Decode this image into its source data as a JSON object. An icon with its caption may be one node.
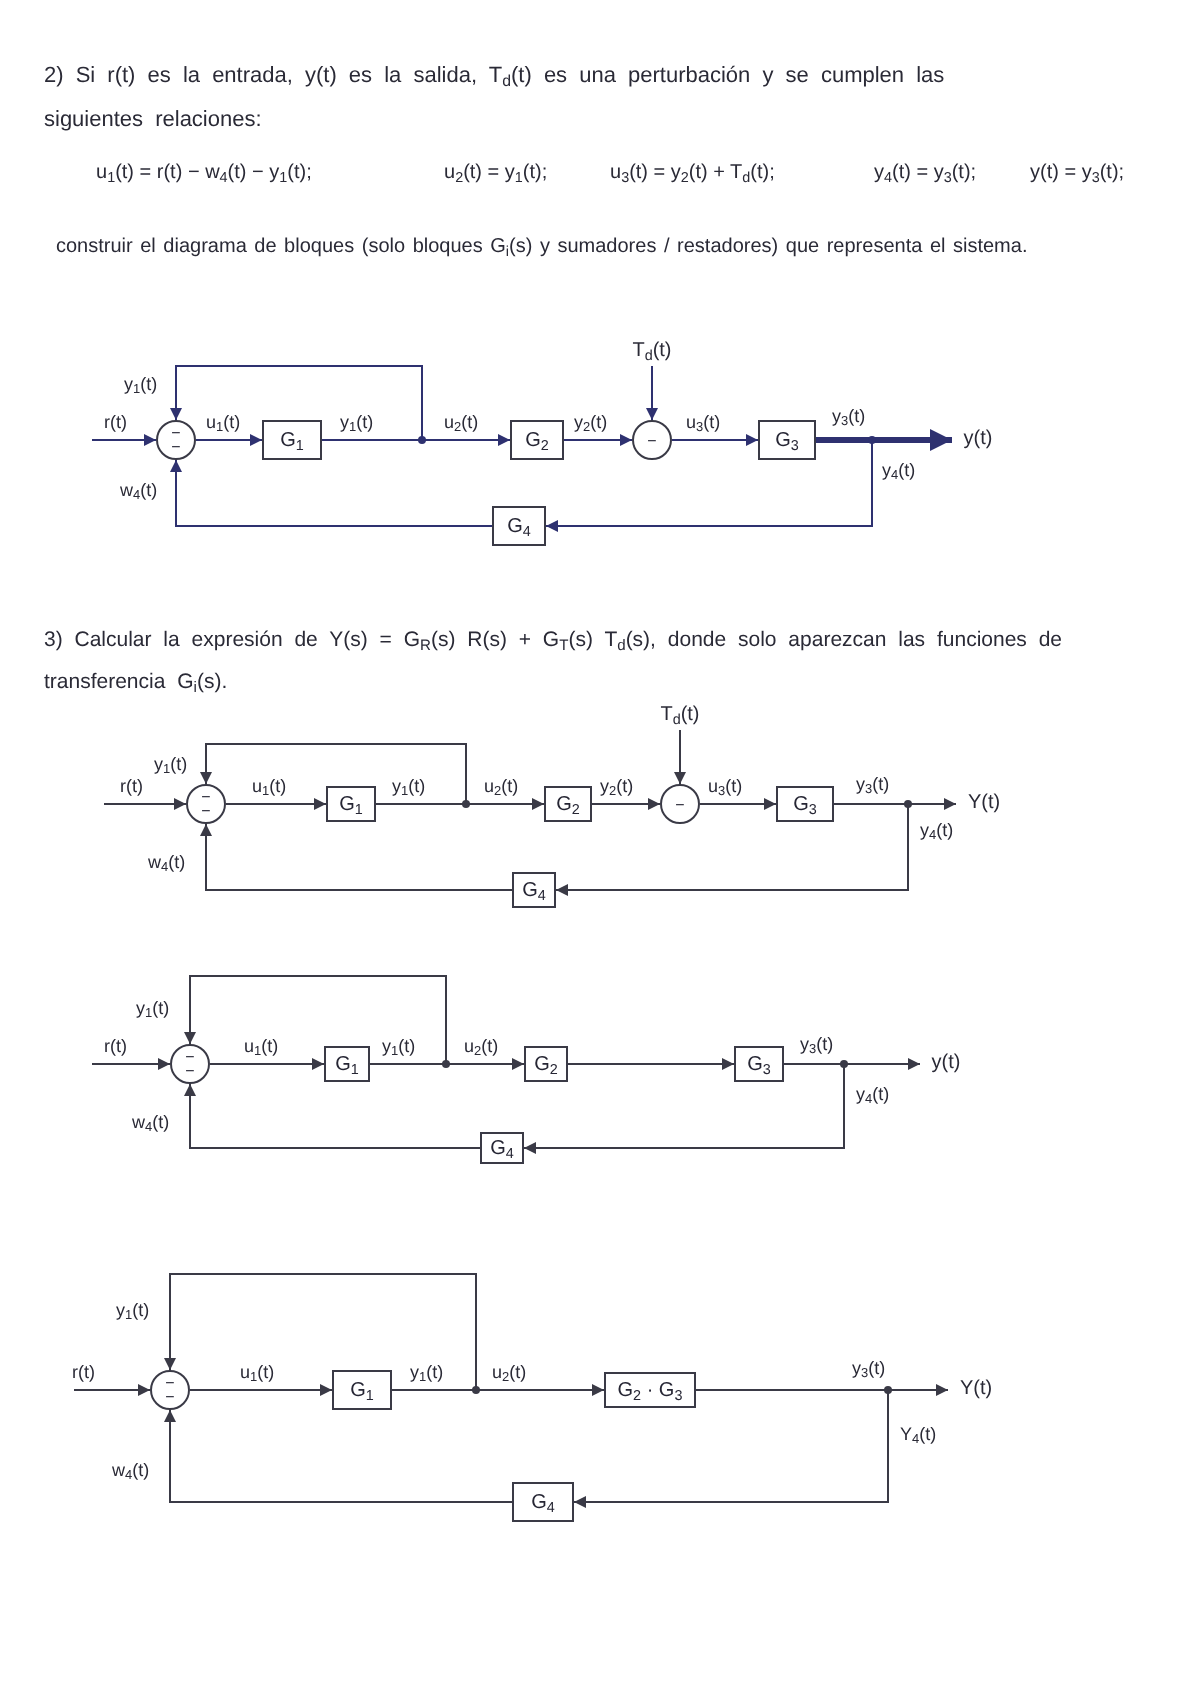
{
  "diagram": {
    "nodes": [
      {
        "text": [
          "−",
          "−"
        ]
      },
      {
        "text": [
          "G$_{1}$"
        ]
      },
      {
        "text": [
          "G$_{2}$"
        ]
      },
      {
        "text": [
          "T$_{d}$(t)"
        ]
      },
      {
        "text": [
          "−"
        ]
      },
      {
        "text": [
          "G$_{3}$"
        ]
      },
      {
        "text": [
          "y(t)"
        ]
      },
      {
        "text": [
          "G$_{4}$"
        ]
      },
      {
        "text": [
          "T$_{d}$(t)"
        ]
      },
      {
        "text": [
          "−",
          "−"
        ]
      },
      {
        "text": [
          "G$_{1}$"
        ]
      },
      {
        "text": [
          "G$_{2}$"
        ]
      },
      {
        "text": [
          "−"
        ]
      },
      {
        "text": [
          "G$_{3}$"
        ]
      },
      {
        "text": [
          "Y(t)"
        ]
      },
      {
        "text": [
          "G$_{4}$"
        ]
      },
      {
        "text": [
          "−",
          "−"
        ]
      },
      {
        "text": [
          "G$_{1}$"
        ]
      },
      {
        "text": [
          "G$_{2}$"
        ]
      },
      {
        "text": [
          "G$_{3}$"
        ]
      },
      {
        "text": [
          "y(t)"
        ]
      },
      {
        "text": [
          "G$_{4}$"
        ]
      },
      {
        "text": [
          "−",
          "−"
        ]
      },
      {
        "text": [
          "G$_{1}$"
        ]
      },
      {
        "text": [
          "G$_{2}$ · G$_{3}$"
        ]
      },
      {
        "text": [
          "Y(t)"
        ]
      },
      {
        "text": [
          "G$_{4}$"
        ]
      }
    ],
    "edges": [
      {
        "from": null,
        "to": 0,
        "arrow": "to",
        "label": "r(t)",
        "color": "#2e3170"
      },
      {
        "from": 0,
        "to": 1,
        "arrow": "to",
        "label": "u$_{1}$(t)",
        "color": "#2e3170"
      },
      {
        "from": 1,
        "to": 2,
        "arrow": "to",
        "label": "u$_{2}$(t)",
        "color": "#2e3170"
      },
      {
        "from": 1,
        "to": 0,
        "arrow": "to",
        "label": "y$_{1}$(t)",
        "color": "#2e3170"
      },
      {
        "from": 2,
        "to": 4,
        "arrow": "to",
        "label": "y$_{2}$(t)",
        "color": "#2e3170"
      },
      {
        "from": 3,
        "to": 4,
        "arrow": "to",
        "color": "#2e3170"
      },
      {
        "from": 4,
        "to": 5,
        "arrow": "to",
        "label": "u$_{3}$(t)",
        "color": "#2e3170"
      },
      {
        "from": 5,
        "to": 6,
        "arrow": "to",
        "label": "y$_{3}$(t)",
        "style": "thick",
        "color": "#2e3170"
      },
      {
        "from": 5,
        "to": 7,
        "arrow": "to",
        "label": "y$_{4}$(t)",
        "color": "#2e3170"
      },
      {
        "from": 7,
        "to": 0,
        "arrow": "to",
        "label": "w$_{4}$(t)",
        "color": "#2e3170"
      },
      {
        "from": null,
        "to": 9,
        "arrow": "to",
        "label": "r(t)"
      },
      {
        "from": 9,
        "to": 10,
        "arrow": "to",
        "label": "u$_{1}$(t)"
      },
      {
        "from": 10,
        "to": 11,
        "arrow": "to",
        "label": "u$_{2}$(t)"
      },
      {
        "from": 10,
        "to": 9,
        "arrow": "to",
        "label": "y$_{1}$(t)"
      },
      {
        "from": 11,
        "to": 12,
        "arrow": "to",
        "label": "y$_{2}$(t)"
      },
      {
        "from": 8,
        "to": 12,
        "arrow": "to"
      },
      {
        "from": 12,
        "to": 13,
        "arrow": "to",
        "label": "u$_{3}$(t)"
      },
      {
        "from": 13,
        "to": 14,
        "arrow": "to",
        "label": "y$_{3}$(t)"
      },
      {
        "from": 13,
        "to": 15,
        "arrow": "to",
        "label": "y$_{4}$(t)"
      },
      {
        "from": 15,
        "to": 9,
        "arrow": "to",
        "label": "w$_{4}$(t)"
      },
      {
        "from": null,
        "to": 16,
        "arrow": "to",
        "label": "r(t)"
      },
      {
        "from": 16,
        "to": 17,
        "arrow": "to",
        "label": "u$_{1}$(t)"
      },
      {
        "from": 17,
        "to": 18,
        "arrow": "to",
        "label": "u$_{2}$(t)"
      },
      {
        "from": 17,
        "to": 16,
        "arrow": "to",
        "label": "y$_{1}$(t)"
      },
      {
        "from": 18,
        "to": 19,
        "arrow": "to"
      },
      {
        "from": 19,
        "to": 20,
        "arrow": "to",
        "label": "y$_{3}$(t)"
      },
      {
        "from": 19,
        "to": 21,
        "arrow": "to",
        "label": "y$_{4}$(t)"
      },
      {
        "from": 21,
        "to": 16,
        "arrow": "to",
        "label": "w$_{4}$(t)"
      },
      {
        "from": null,
        "to": 22,
        "arrow": "to",
        "label": "r(t)"
      },
      {
        "from": 22,
        "to": 23,
        "arrow": "to",
        "label": "u$_{1}$(t)"
      },
      {
        "from": 23,
        "to": 24,
        "arrow": "to",
        "label": "u$_{2}$(t)"
      },
      {
        "from": 23,
        "to": 22,
        "arrow": "to",
        "label": "y$_{1}$(t)"
      },
      {
        "from": 24,
        "to": 25,
        "arrow": "to",
        "label": "y$_{3}$(t)"
      },
      {
        "from": 24,
        "to": 26,
        "arrow": "to",
        "label": "Y$_{4}$(t)"
      },
      {
        "from": 26,
        "to": 22,
        "arrow": "to",
        "label": "w$_{4}$(t)"
      }
    ],
    "labels": [
      "2) Si r(t) es la entrada, y(t) es la salida, T$_{d}$(t) es una perturbación y se cumplen las siguientes relaciones:",
      "u$_{1}$(t) = r(t) − w$_{4}$(t) − y$_{1}$(t);",
      "u$_{2}$(t) = y$_{1}$(t);",
      "u$_{3}$(t) = y$_{2}$(t) + T$_{d}$(t);",
      "y$_{4}$(t) = y$_{3}$(t);",
      "y(t) = y$_{3}$(t);",
      "construir el diagrama de bloques (solo bloques G$_{i}$(s) y sumadores / restadores) que representa el sistema.",
      "y$_{1}$(t)",
      "3) Calcular la expresión de Y(s) = G$_{R}$(s) R(s) + G$_{T}$(s) T$_{d}$(s), donde solo aparezcan las funciones de transferencia G$_{i}$(s).",
      "y$_{1}$(t)",
      "y$_{1}$(t)",
      "y$_{1}$(t)"
    ]
  }
}
